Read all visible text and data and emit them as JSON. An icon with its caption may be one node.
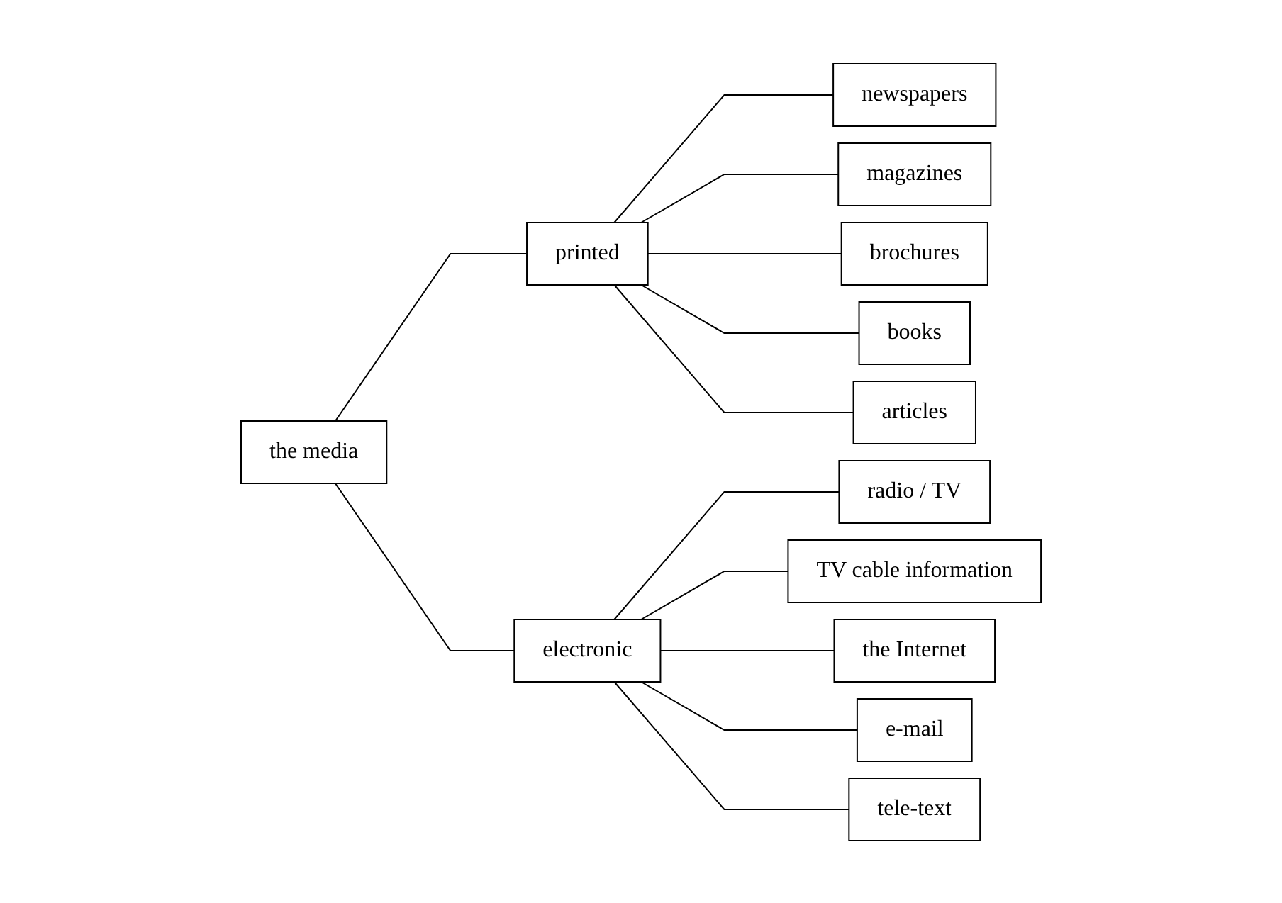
{
  "diagram": {
    "nodes": [
      {
        "text": [
          "the media"
        ]
      },
      {
        "text": [
          "printed"
        ]
      },
      {
        "text": [
          "electronic"
        ]
      },
      {
        "text": [
          "newspapers"
        ]
      },
      {
        "text": [
          "magazines"
        ]
      },
      {
        "text": [
          "brochures"
        ]
      },
      {
        "text": [
          "books"
        ]
      },
      {
        "text": [
          "articles"
        ]
      },
      {
        "text": [
          "radio / TV"
        ]
      },
      {
        "text": [
          "TV cable information"
        ]
      },
      {
        "text": [
          "the Internet"
        ]
      },
      {
        "text": [
          "e-mail"
        ]
      },
      {
        "text": [
          "tele-text"
        ]
      }
    ],
    "edges": [
      {
        "from": 0,
        "to": 1,
        "arrow": "none"
      },
      {
        "from": 0,
        "to": 2,
        "arrow": "none"
      },
      {
        "from": 1,
        "to": 3,
        "arrow": "none"
      },
      {
        "from": 1,
        "to": 4,
        "arrow": "none"
      },
      {
        "from": 1,
        "to": 5,
        "arrow": "none"
      },
      {
        "from": 1,
        "to": 6,
        "arrow": "none"
      },
      {
        "from": 1,
        "to": 7,
        "arrow": "none"
      },
      {
        "from": 2,
        "to": 8,
        "arrow": "none"
      },
      {
        "from": 2,
        "to": 9,
        "arrow": "none"
      },
      {
        "from": 2,
        "to": 10,
        "arrow": "none"
      },
      {
        "from": 2,
        "to": 11,
        "arrow": "none"
      },
      {
        "from": 2,
        "to": 12,
        "arrow": "none"
      }
    ]
  }
}
